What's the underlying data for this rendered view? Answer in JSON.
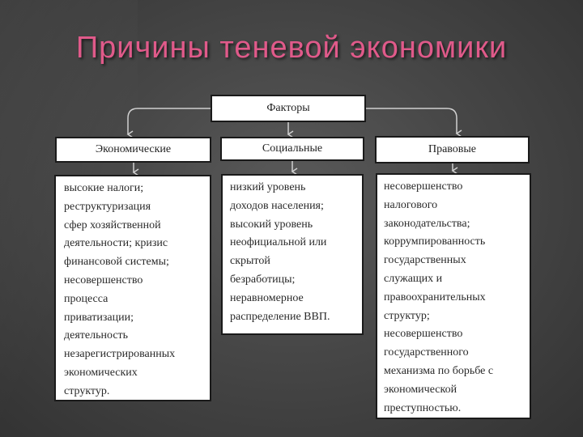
{
  "title": "Причины теневой экономики",
  "root": {
    "label": "Факторы"
  },
  "categories": [
    {
      "label": "Экономические",
      "text": "высокие налоги;\nреструктуризация\nсфер хозяйственной\nдеятельности; кризис\nфинансовой системы;\nнесовершенство\nпроцесса\nприватизации;\nдеятельность\nнезарегистрированных\nэкономических\nструктур."
    },
    {
      "label": "Социальные",
      "text": "низкий уровень\nдоходов населения;\nвысокий уровень\nнеофициальной или\nскрытой\nбезработицы;\nнеравномерное\nраспределение ВВП."
    },
    {
      "label": "Правовые",
      "text": "несовершенство\nналогового\nзаконодательства;\nкоррумпированность\nгосударственных\nслужащих и\nправоохранительных\nструктур;\nнесовершенство\nгосударственного\nмеханизма по борьбе с\nэкономической\nпреступностью."
    }
  ]
}
